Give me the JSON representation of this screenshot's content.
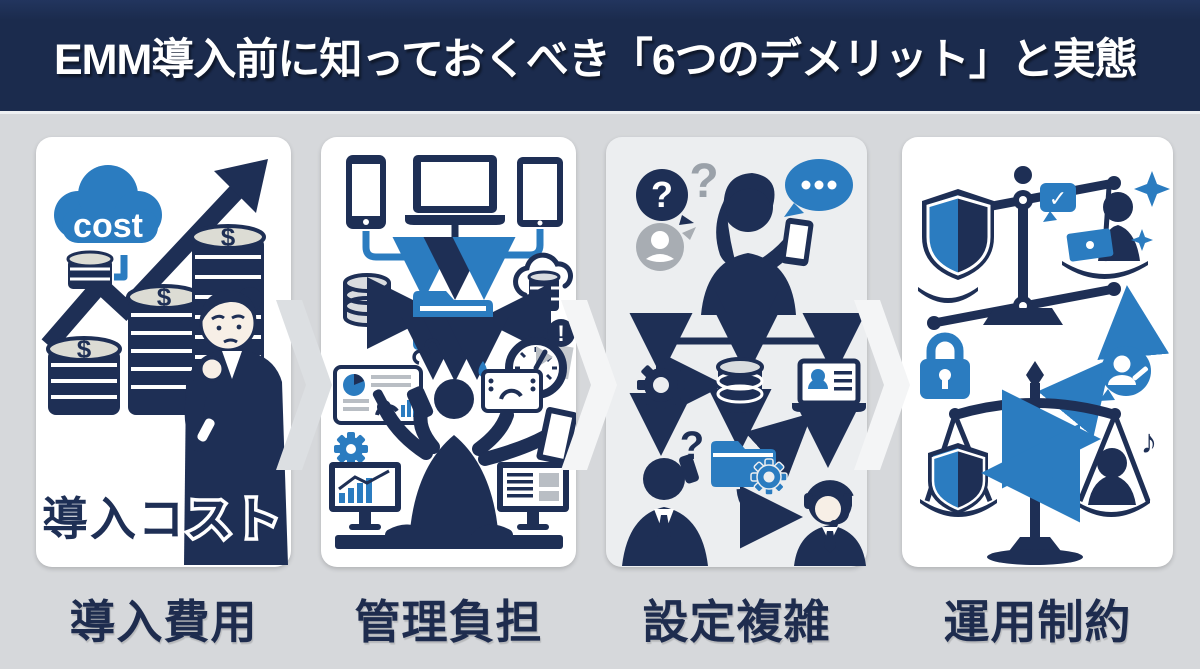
{
  "header": {
    "title": "EMM導入前に知っておくべき「6つのデメリット」と実態"
  },
  "panels": [
    {
      "id": "cost",
      "label": "導入費用",
      "caption": "導入コスト",
      "cloud_text": "cost",
      "coin_symbol": "$"
    },
    {
      "id": "management",
      "label": "管理負担",
      "alert_symbol": "!"
    },
    {
      "id": "config",
      "label": "設定複雑",
      "question_mark": "?"
    },
    {
      "id": "operation",
      "label": "運用制約",
      "check_mark": "✓",
      "music_note": "♪"
    }
  ],
  "colors": {
    "header_bg": "#1b2b4d",
    "background": "#d6d8db",
    "panel_bg": "#ffffff",
    "panel_alt_bg": "#eceef0",
    "illustration_navy": "#1e2f55",
    "accent_blue": "#2b7cc0",
    "label_text": "#1e2c4e",
    "gray": "#9aa1a9"
  }
}
